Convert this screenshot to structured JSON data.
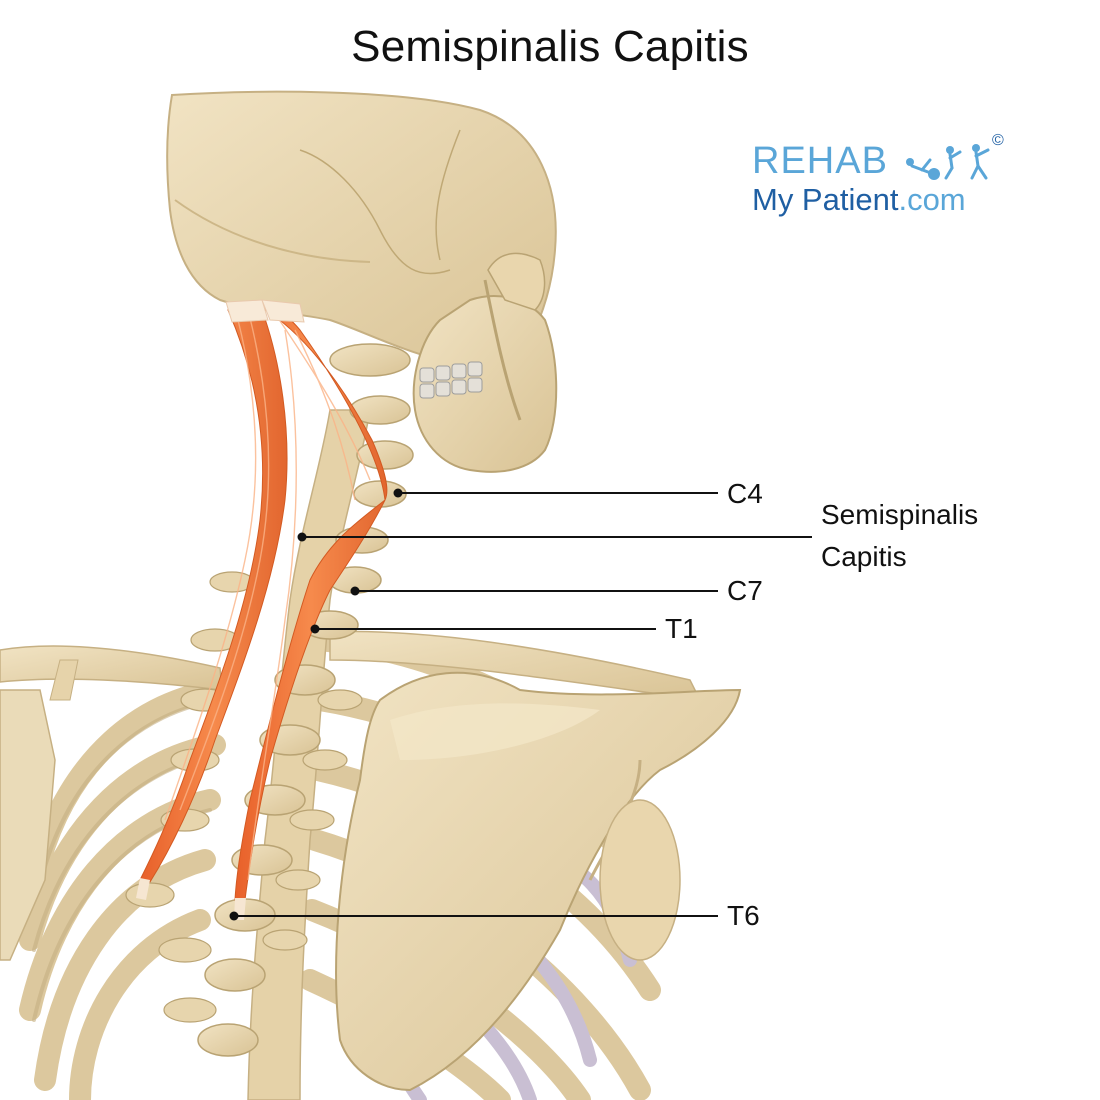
{
  "title": "Semispinalis Capitis",
  "logo": {
    "line1": "REHAB",
    "line2_main": "My Patient",
    "line2_suffix": ".com",
    "copyright": "©",
    "figures_icon": "exercise-figures-icon",
    "colors": {
      "light": "#5aa6d8",
      "dark": "#1f5fa3"
    }
  },
  "labels": {
    "c4": "C4",
    "muscle_line1": "Semispinalis",
    "muscle_line2": "Capitis",
    "c7": "C7",
    "t1": "T1",
    "t6": "T6"
  },
  "colors": {
    "bone": "#e9d8b4",
    "bone_shadow": "#c9b486",
    "muscle": "#f07a3c",
    "muscle_dark": "#d85e26",
    "tendon": "#f6e6d2",
    "cartilage": "#c9c2d4",
    "leader": "#111111"
  }
}
